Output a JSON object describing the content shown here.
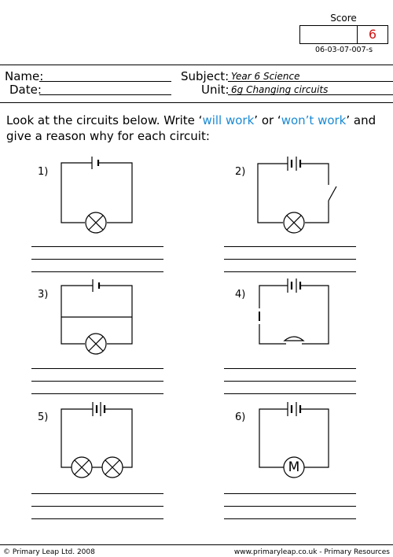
{
  "score": {
    "label": "Score",
    "value": "6",
    "code": "06-03-07-007-s"
  },
  "header": {
    "name_label": "Name:",
    "date_label": "Date:",
    "subject_label": "Subject:",
    "subject_value": "Year 6 Science",
    "unit_label": "Unit:",
    "unit_value": "6g Changing circuits"
  },
  "instructions": {
    "part1": "Look at the circuits below. Write ‘",
    "will": "will work",
    "part2": "’ or ‘",
    "wont": "won’t work",
    "part3": "’ and give a reason why for each circuit:"
  },
  "questions": [
    {
      "num": "1)"
    },
    {
      "num": "2)"
    },
    {
      "num": "3)"
    },
    {
      "num": "4)"
    },
    {
      "num": "5)"
    },
    {
      "num": "6)"
    }
  ],
  "motor_label": "M",
  "footer": {
    "left": "© Primary Leap Ltd. 2008",
    "right": "www.primaryleap.co.uk  -  Primary Resources"
  }
}
